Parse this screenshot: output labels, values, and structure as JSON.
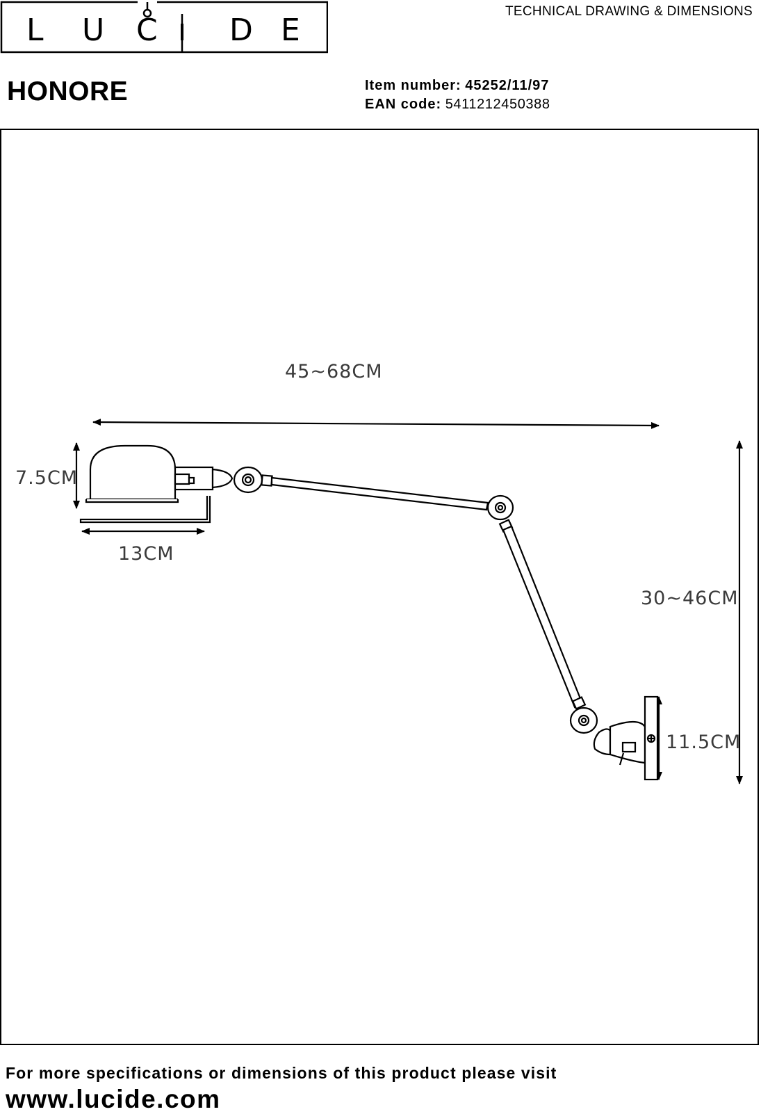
{
  "brand": {
    "logo_letters": [
      "L",
      "U",
      "C",
      "I",
      "D",
      "E"
    ],
    "doc_type": "TECHNICAL DRAWING & DIMENSIONS"
  },
  "product": {
    "name": "HONORE",
    "item_label": "Item number:",
    "item_value": "45252/11/97",
    "ean_label": "EAN code:",
    "ean_value": "5411212450388"
  },
  "dimensions": {
    "overall_length": "45~68CM",
    "shade_height": "7.5CM",
    "shade_width": "13CM",
    "arm_height": "30~46CM",
    "base_height": "11.5CM"
  },
  "footer": {
    "text": "For more specifications or dimensions of this product please visit",
    "url": "www.lucide.com"
  },
  "colors": {
    "ink": "#000000",
    "dimension_text": "#3a3a3a",
    "background": "#ffffff"
  }
}
